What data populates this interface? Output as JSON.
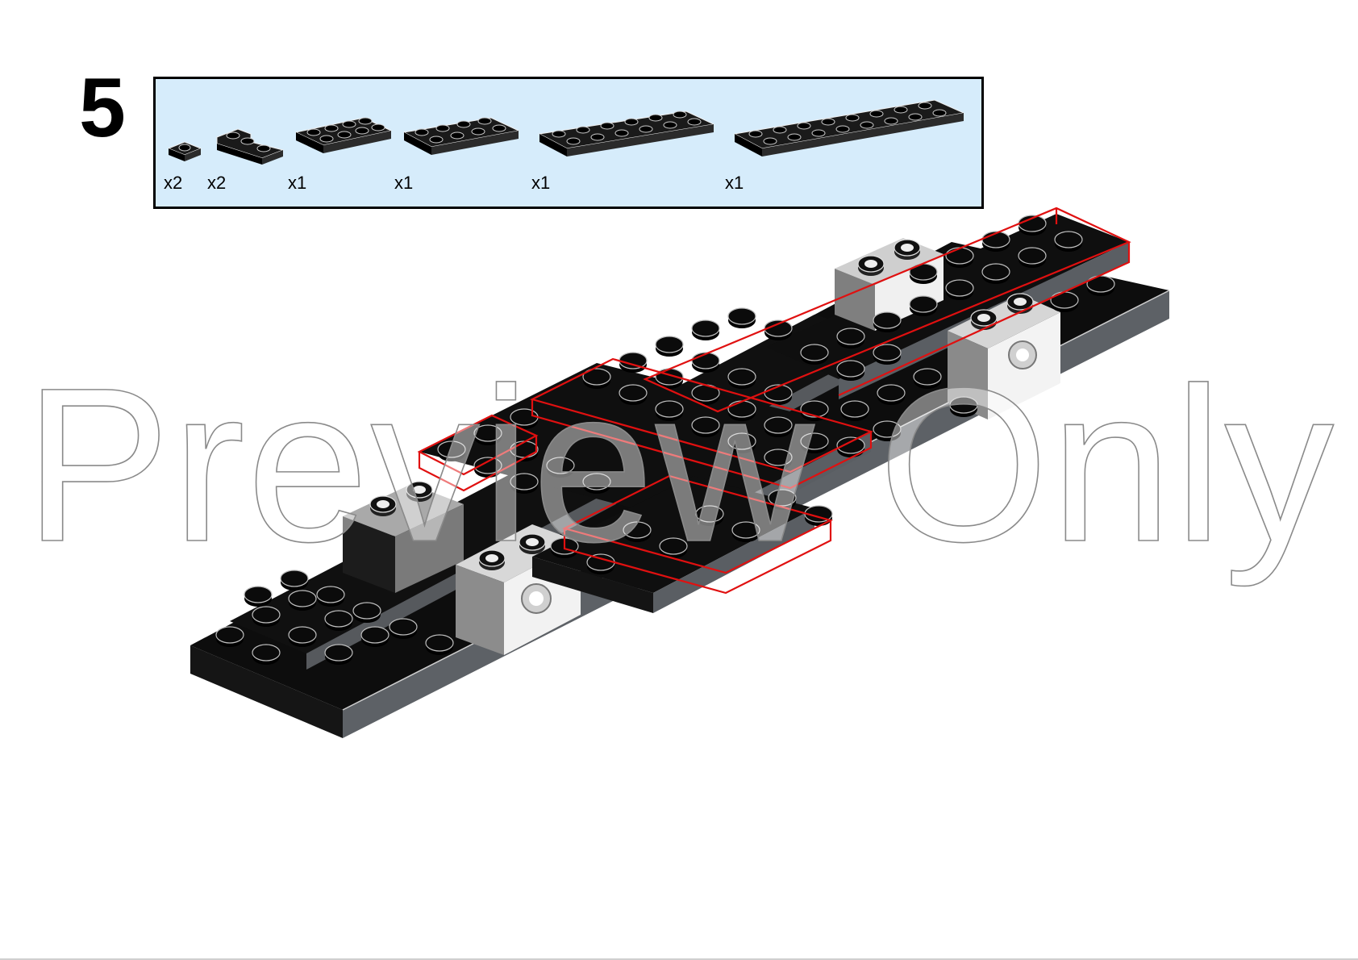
{
  "step": {
    "number": "5"
  },
  "parts_list": {
    "items": [
      {
        "part": "plate-1x1-black",
        "quantity": "x2"
      },
      {
        "part": "plate-2x2-corner-black",
        "quantity": "x2"
      },
      {
        "part": "plate-2x4-black",
        "quantity": "x1"
      },
      {
        "part": "plate-2x4-black",
        "quantity": "x1"
      },
      {
        "part": "plate-2x6-black",
        "quantity": "x1"
      },
      {
        "part": "plate-2x8-black",
        "quantity": "x1"
      }
    ]
  },
  "watermark": {
    "text": "Preview Only"
  },
  "colors": {
    "parts_box_bg": "#d6ecfb",
    "brick_black": "#111111",
    "brick_grey": "#9a9a9a",
    "highlight_red": "#e01010"
  }
}
